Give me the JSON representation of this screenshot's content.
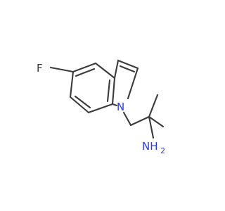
{
  "molecule": {
    "atoms": {
      "fluorine": "F",
      "indole_nitrogen": "N",
      "amine": "NH",
      "amine_subscript": "2"
    },
    "colors": {
      "bond": "#3b3b3b",
      "nitrogen": "#2a3cf0",
      "fluorine": "#3b3b3b",
      "background": "#ffffff"
    }
  }
}
